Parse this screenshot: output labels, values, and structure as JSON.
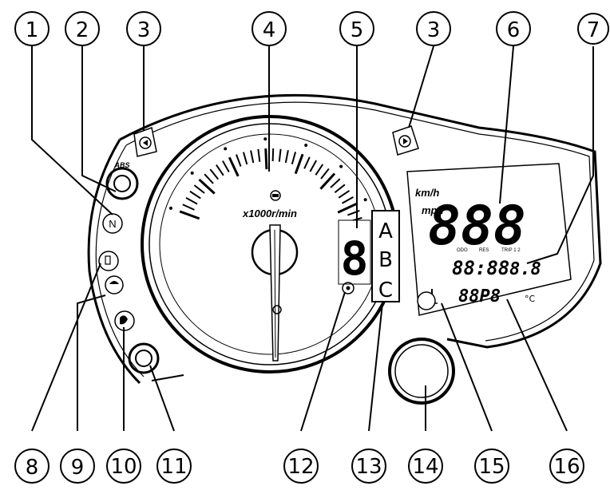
{
  "callouts": {
    "c1": "1",
    "c2": "2",
    "c3a": "3",
    "c4": "4",
    "c5": "5",
    "c3b": "3",
    "c6": "6",
    "c7": "7",
    "c8": "8",
    "c9": "9",
    "c10": "10",
    "c11": "11",
    "c12": "12",
    "c13": "13",
    "c14": "14",
    "c15": "15",
    "c16": "16"
  },
  "tachometer": {
    "unit": "x1000r/min"
  },
  "speedometer": {
    "unit_kmh": "km/h",
    "unit_mph": "mph",
    "digits": "888"
  },
  "odometer": {
    "labels": [
      "ODO",
      "RES",
      "TRIP 1 2"
    ],
    "digits": "88:88",
    "small_digits": "8.8"
  },
  "temperature": {
    "digits": "88P8",
    "unit": "°C"
  },
  "gear_display": {
    "digit": "8"
  },
  "abs_label": "ABS",
  "neutral_label": "N",
  "mode_selector": {
    "labels": [
      "A",
      "B",
      "C"
    ]
  },
  "icons": [
    "turn-signal-left-icon",
    "turn-signal-right-icon",
    "abs-warning-icon",
    "neutral-indicator-icon",
    "fuel-level-icon",
    "oil-pressure-icon",
    "high-beam-icon",
    "engine-trouble-icon",
    "immobilizer-icon",
    "coolant-temperature-icon",
    "reset-button-icon",
    "select-button-icon"
  ]
}
